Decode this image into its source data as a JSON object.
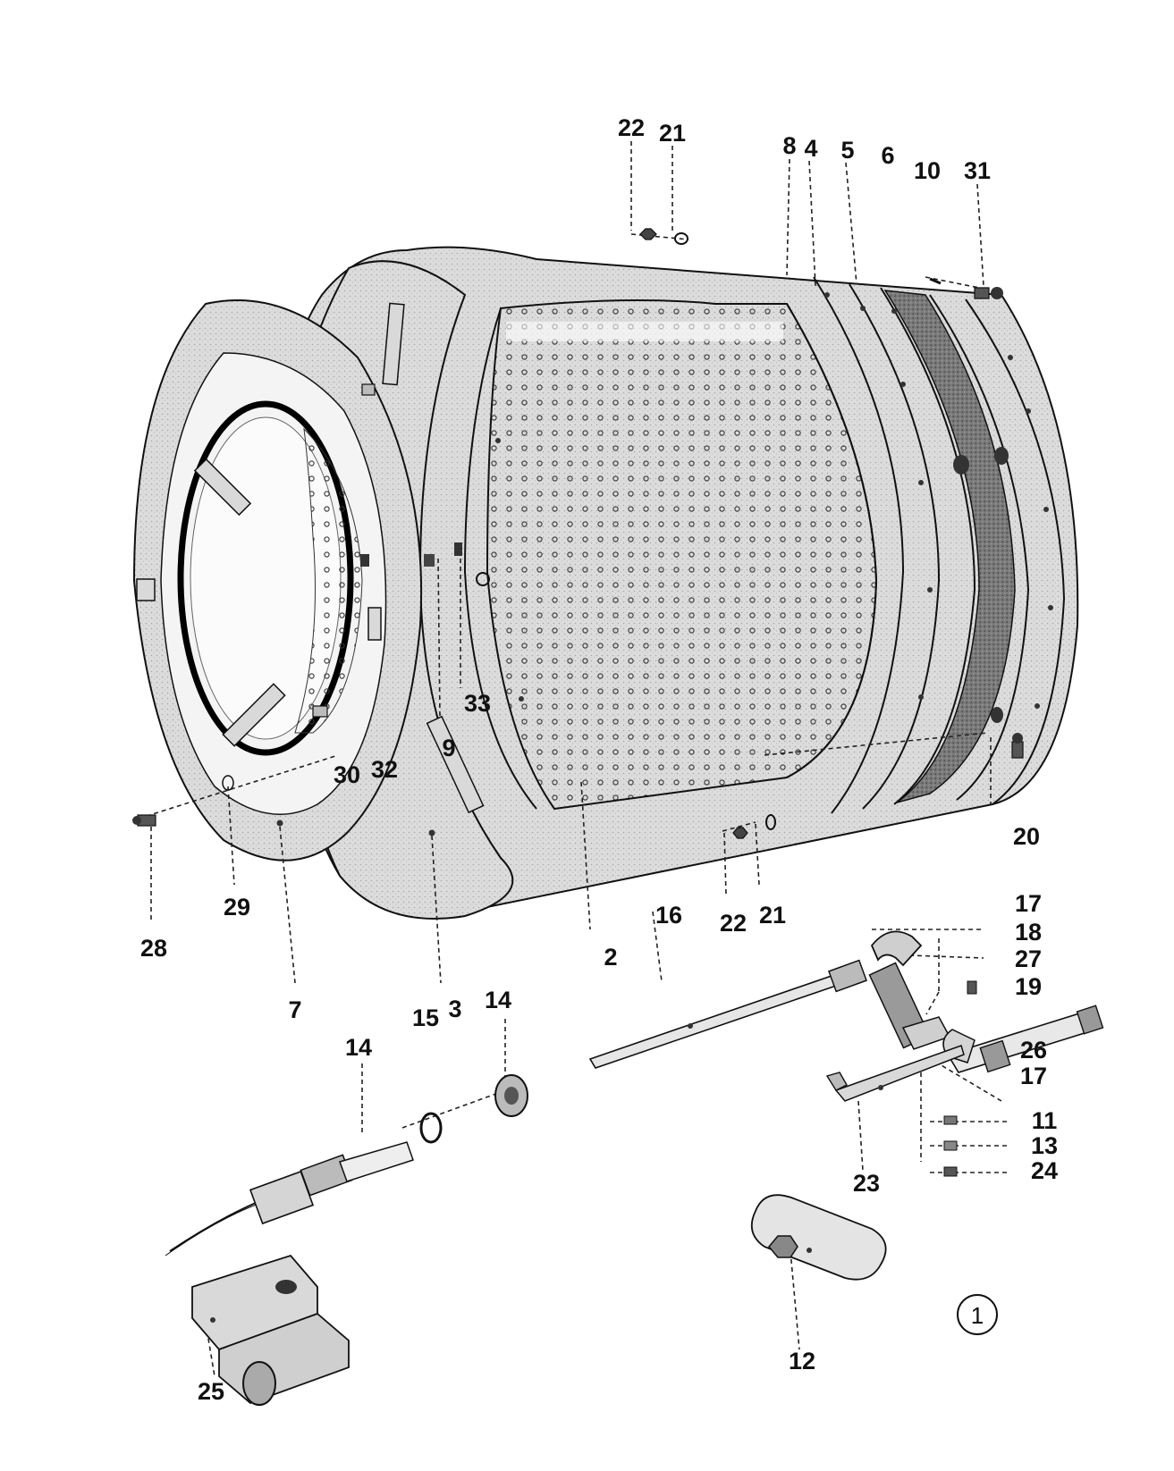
{
  "callouts": {
    "c22a": "22",
    "c21a": "21",
    "c8": "8",
    "c4": "4",
    "c5": "5",
    "c6": "6",
    "c10": "10",
    "c31": "31",
    "c33": "33",
    "c30": "30",
    "c32": "32",
    "c9": "9",
    "c20": "20",
    "c28": "28",
    "c29": "29",
    "c7": "7",
    "c3": "3",
    "c15": "15",
    "c14a": "14",
    "c14b": "14",
    "c2": "2",
    "c16": "16",
    "c22b": "22",
    "c21b": "21",
    "c17a": "17",
    "c18": "18",
    "c27": "27",
    "c19": "19",
    "c26": "26",
    "c17b": "17",
    "c11": "11",
    "c13": "13",
    "c24": "24",
    "c23": "23",
    "c12": "12",
    "c25": "25"
  },
  "marker": "1"
}
